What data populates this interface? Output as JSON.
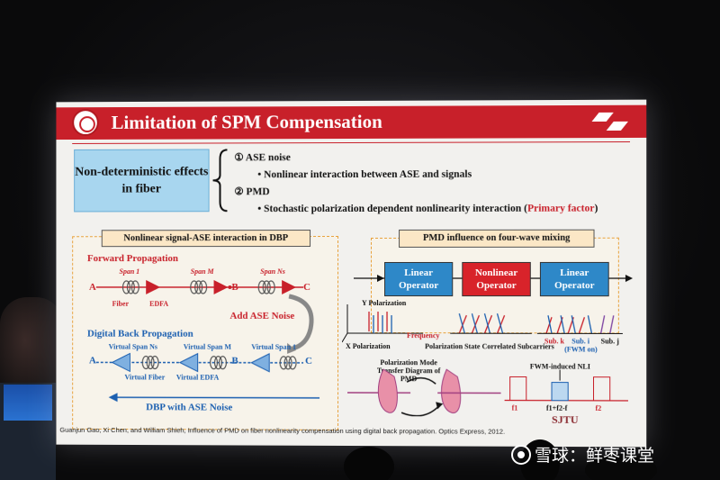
{
  "slide": {
    "title": "Limitation of SPM Compensation",
    "nd_box": "Non-deterministic effects in fiber",
    "item1": "① ASE noise",
    "item1_sub": "•   Nonlinear interaction between ASE and signals",
    "item2": "② PMD",
    "item2_sub": "•   Stochastic polarization dependent nonlinearity interaction (",
    "item2_red": "Primary factor",
    "item2_end": ")",
    "left_panel": {
      "header": "Nonlinear signal-ASE interaction in DBP",
      "forward": "Forward Propagation",
      "span1": "Span 1",
      "spanM": "Span M",
      "spanNs": "Span Ns",
      "fiber": "Fiber",
      "edfa": "EDFA",
      "A": "A",
      "B": "B",
      "C": "C",
      "add_ase": "Add ASE Noise",
      "dbp": "Digital Back Propagation",
      "vspanNs": "Virtual Span Ns",
      "vspanM": "Virtual Span M",
      "vspan1": "Virtual Span 1",
      "vfiber": "Virtual Fiber",
      "vedfa": "Virtual EDFA",
      "dbp_ase": "DBP with ASE Noise"
    },
    "right_panel": {
      "header": "PMD influence on four-wave mixing",
      "op1": "Linear Operator",
      "op2": "Nonlinear Operator",
      "op3": "Linear Operator",
      "ypol": "Y Polarization",
      "xpol": "X Polarization",
      "freq": "Frequency",
      "pscs": "Polarization State Correlated Subcarriers",
      "subk": "Sub. k",
      "subi": "Sub. i",
      "subj": "Sub. j",
      "fwm_on": "(FWM on)",
      "pmd_td": "Polarization Mode Transfer Diagram of PMD",
      "fwm_nli": "FWM-induced NLI",
      "f1": "f1",
      "fmid": "f1+f2-f",
      "f2": "f2",
      "sjtu": "SJTU"
    },
    "reference": "Guanjun Gao, Xi Chen, and William Shieh, Influence of PMD on fiber nonlinearity compensation using digital back propagation. Optics Express, 2012."
  },
  "watermark": "雪球：鲜枣课堂",
  "colors": {
    "title_red": "#c8202a",
    "op_blue": "#2e88c8",
    "box_blue": "#a8d6ef"
  }
}
